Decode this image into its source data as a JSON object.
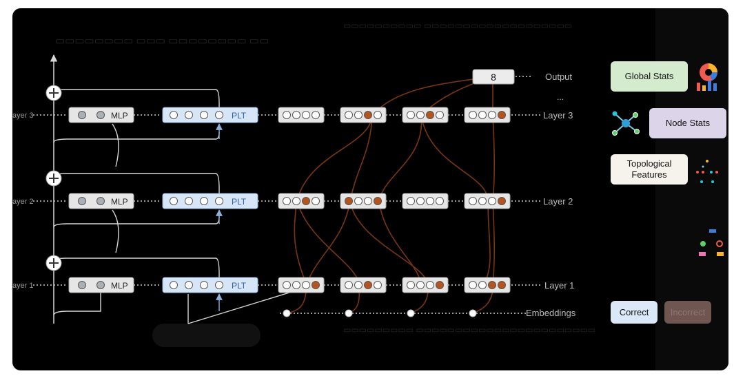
{
  "layers": {
    "layer3": "Layer 3",
    "layer2": "Layer 2",
    "layer1": "Layer 1",
    "left3": "ayer 3",
    "left2": "ayer 2",
    "left1": "ayer 1"
  },
  "blocks": {
    "mlp": "MLP",
    "plt": "PLT"
  },
  "output": {
    "value": "8",
    "label": "Output",
    "dots": "..."
  },
  "embeddings": "Embeddings",
  "legend": {
    "global_stats": "Global Stats",
    "node_stats": "Node Stats",
    "topo_line1": "Topological",
    "topo_line2": "Features",
    "correct": "Correct",
    "incorrect": "Incorrect"
  },
  "colors": {
    "background": "#000000",
    "highlight_node": "#b5541f",
    "connection": "#7a3613",
    "mlp_box": "#e6e6e6",
    "plt_box": "#d7e6f7",
    "global_stats": "#d5ebcd",
    "node_stats": "#dcd5ea",
    "correct": "#dbe8f8",
    "incorrect": "#6f5651"
  }
}
